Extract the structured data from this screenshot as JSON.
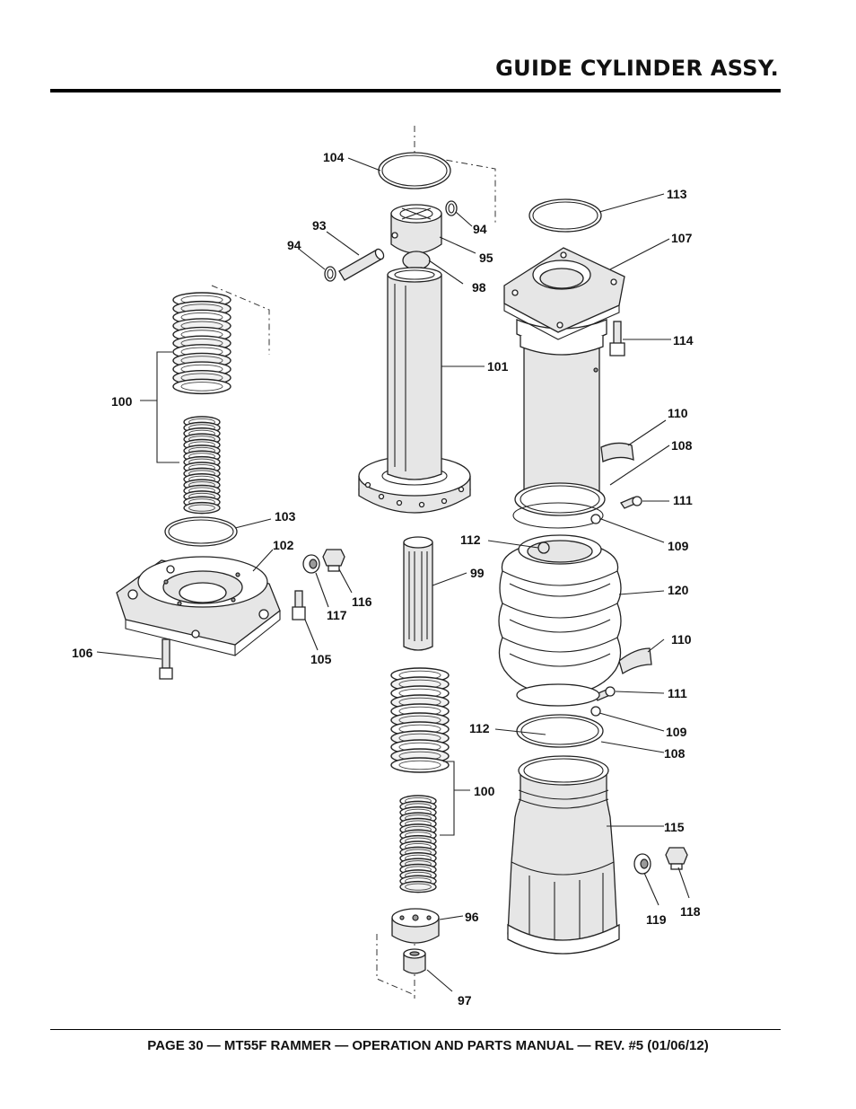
{
  "header": {
    "title": "GUIDE CYLINDER ASSY."
  },
  "footer": {
    "text": "PAGE 30 — MT55F RAMMER — OPERATION AND PARTS MANUAL — REV. #5 (01/06/12)"
  },
  "callouts": {
    "c104": "104",
    "c94a": "94",
    "c93": "93",
    "c94b": "94",
    "c95": "95",
    "c98": "98",
    "c101": "101",
    "c113": "113",
    "c107": "107",
    "c114": "114",
    "c110a": "110",
    "c108a": "108",
    "c111a": "111",
    "c109a": "109",
    "c112a": "112",
    "c120": "120",
    "c100a": "100",
    "c103": "103",
    "c102": "102",
    "c116": "116",
    "c117": "117",
    "c105": "105",
    "c106": "106",
    "c99": "99",
    "c110b": "110",
    "c111b": "111",
    "c109b": "109",
    "c112b": "112",
    "c108b": "108",
    "c100b": "100",
    "c115": "115",
    "c119": "119",
    "c118": "118",
    "c96": "96",
    "c97": "97"
  }
}
